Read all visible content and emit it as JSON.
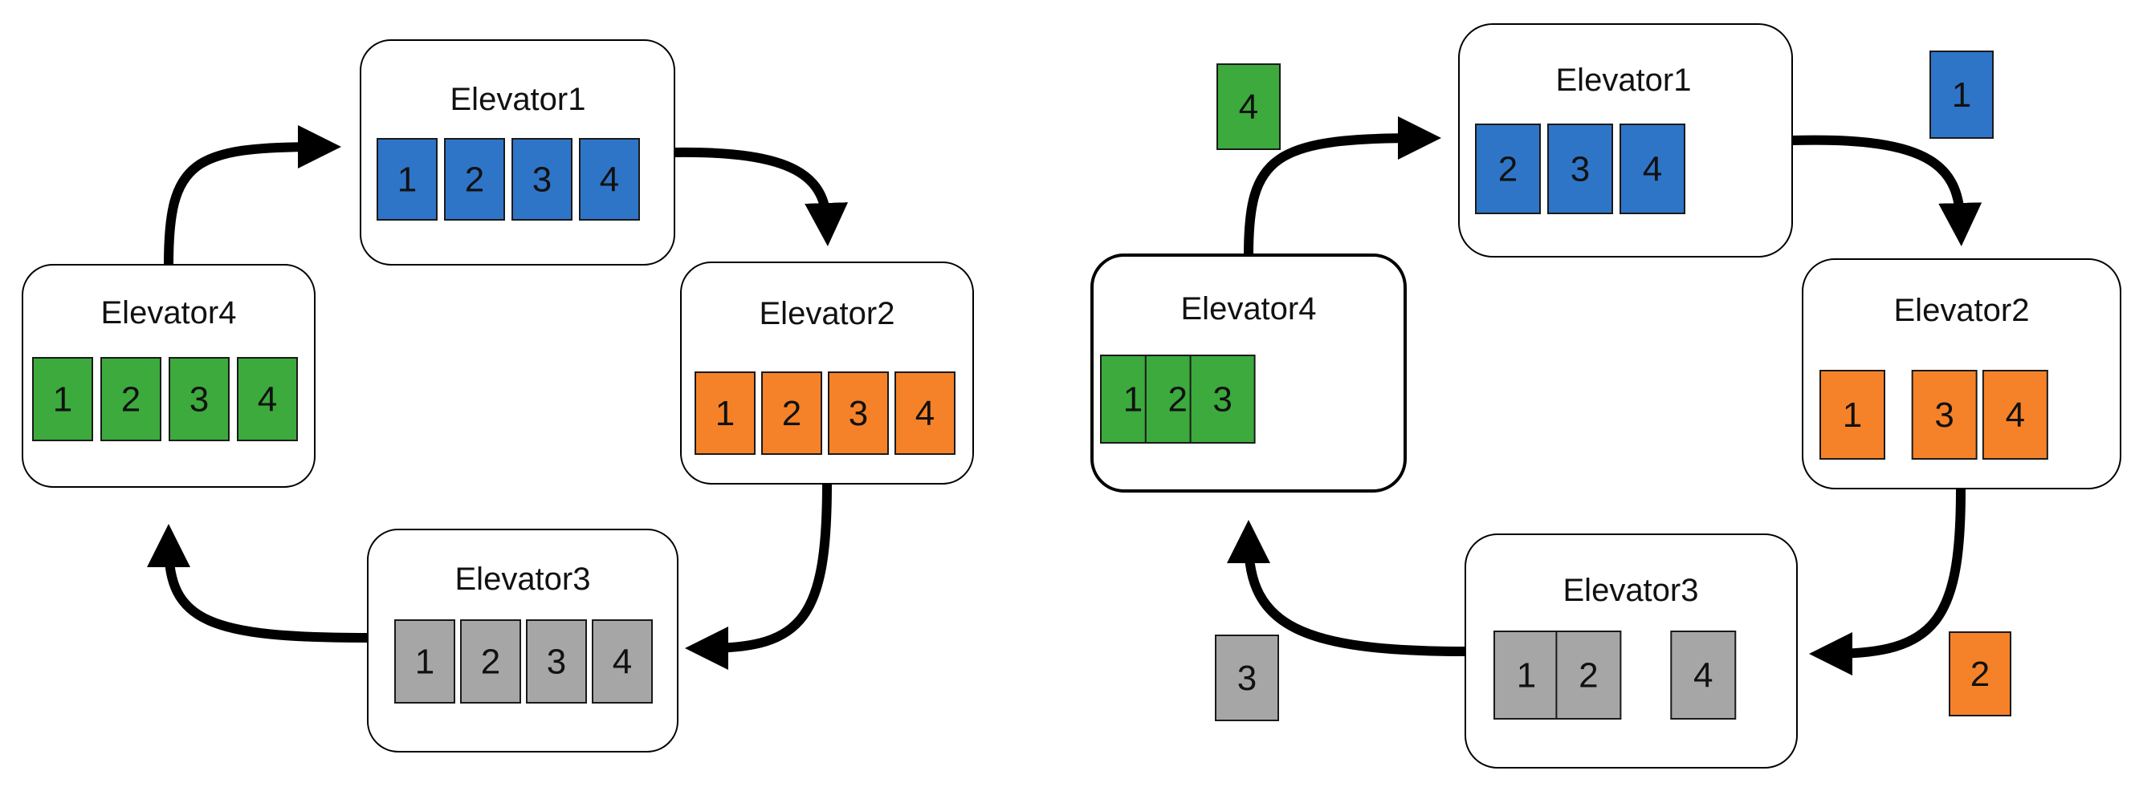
{
  "colors": {
    "blue": "#2e75c8",
    "orange": "#f58228",
    "gray": "#a6a6a6",
    "green": "#3caa3c"
  },
  "left_panel": {
    "elevators": [
      {
        "label": "Elevator1",
        "color": "blue",
        "slots": [
          "1",
          "2",
          "3",
          "4"
        ]
      },
      {
        "label": "Elevator2",
        "color": "orange",
        "slots": [
          "1",
          "2",
          "3",
          "4"
        ]
      },
      {
        "label": "Elevator3",
        "color": "gray",
        "slots": [
          "1",
          "2",
          "3",
          "4"
        ]
      },
      {
        "label": "Elevator4",
        "color": "green",
        "slots": [
          "1",
          "2",
          "3",
          "4"
        ]
      }
    ]
  },
  "right_panel": {
    "elevators": [
      {
        "label": "Elevator1",
        "color": "blue",
        "slots": [
          "",
          "2",
          "3",
          "4"
        ]
      },
      {
        "label": "Elevator2",
        "color": "orange",
        "slots": [
          "1",
          "",
          "3",
          "4"
        ]
      },
      {
        "label": "Elevator3",
        "color": "gray",
        "slots": [
          "1",
          "2",
          "",
          "4"
        ]
      },
      {
        "label": "Elevator4",
        "color": "green",
        "slots": [
          "1",
          "2",
          "3",
          ""
        ]
      }
    ],
    "in_transit": [
      {
        "label": "1",
        "color": "blue"
      },
      {
        "label": "2",
        "color": "orange"
      },
      {
        "label": "3",
        "color": "gray"
      },
      {
        "label": "4",
        "color": "green"
      }
    ]
  }
}
